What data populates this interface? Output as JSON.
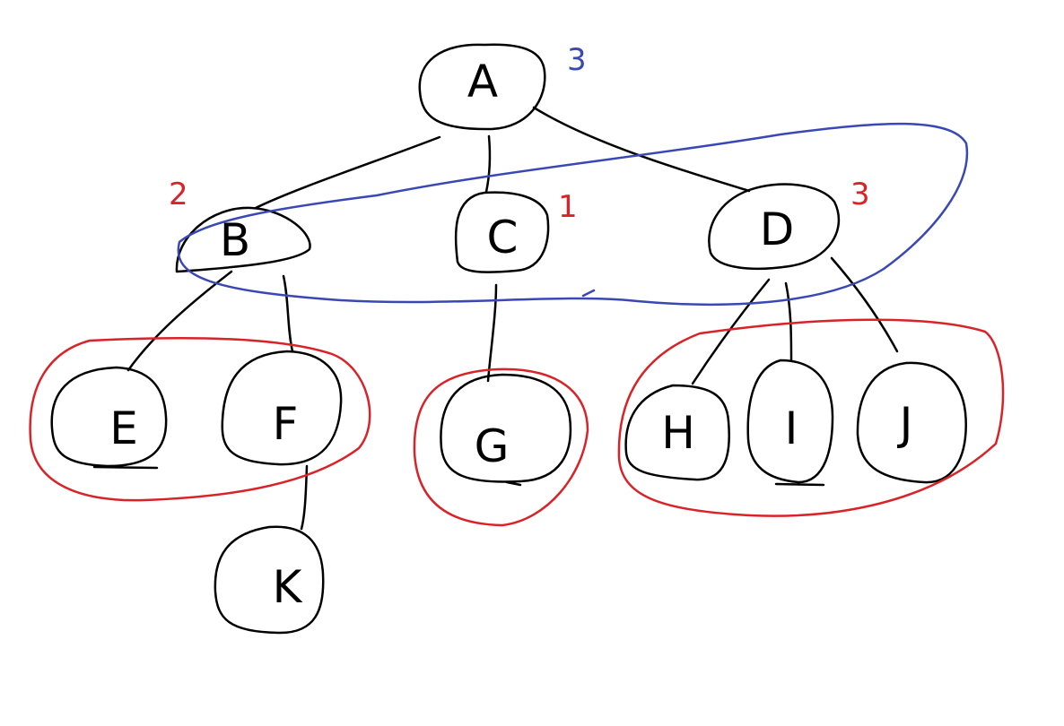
{
  "colors": {
    "ink": "#000000",
    "group_red": "#d92328",
    "group_blue": "#3a48b5"
  },
  "nodes": {
    "A": {
      "label": "A"
    },
    "B": {
      "label": "B"
    },
    "C": {
      "label": "C"
    },
    "D": {
      "label": "D"
    },
    "E": {
      "label": "E"
    },
    "F": {
      "label": "F"
    },
    "G": {
      "label": "G"
    },
    "H": {
      "label": "H"
    },
    "I": {
      "label": "I"
    },
    "J": {
      "label": "J"
    },
    "K": {
      "label": "K"
    }
  },
  "edges": [
    [
      "A",
      "B"
    ],
    [
      "A",
      "C"
    ],
    [
      "A",
      "D"
    ],
    [
      "B",
      "E"
    ],
    [
      "B",
      "F"
    ],
    [
      "F",
      "K"
    ],
    [
      "C",
      "G"
    ],
    [
      "D",
      "H"
    ],
    [
      "D",
      "I"
    ],
    [
      "D",
      "J"
    ]
  ],
  "annotations": {
    "A": "3",
    "B": "2",
    "C": "1",
    "D": "3"
  },
  "groups": {
    "blue": [
      "B",
      "C",
      "D"
    ],
    "red": [
      [
        "E",
        "F"
      ],
      [
        "G"
      ],
      [
        "H",
        "I",
        "J"
      ]
    ]
  }
}
